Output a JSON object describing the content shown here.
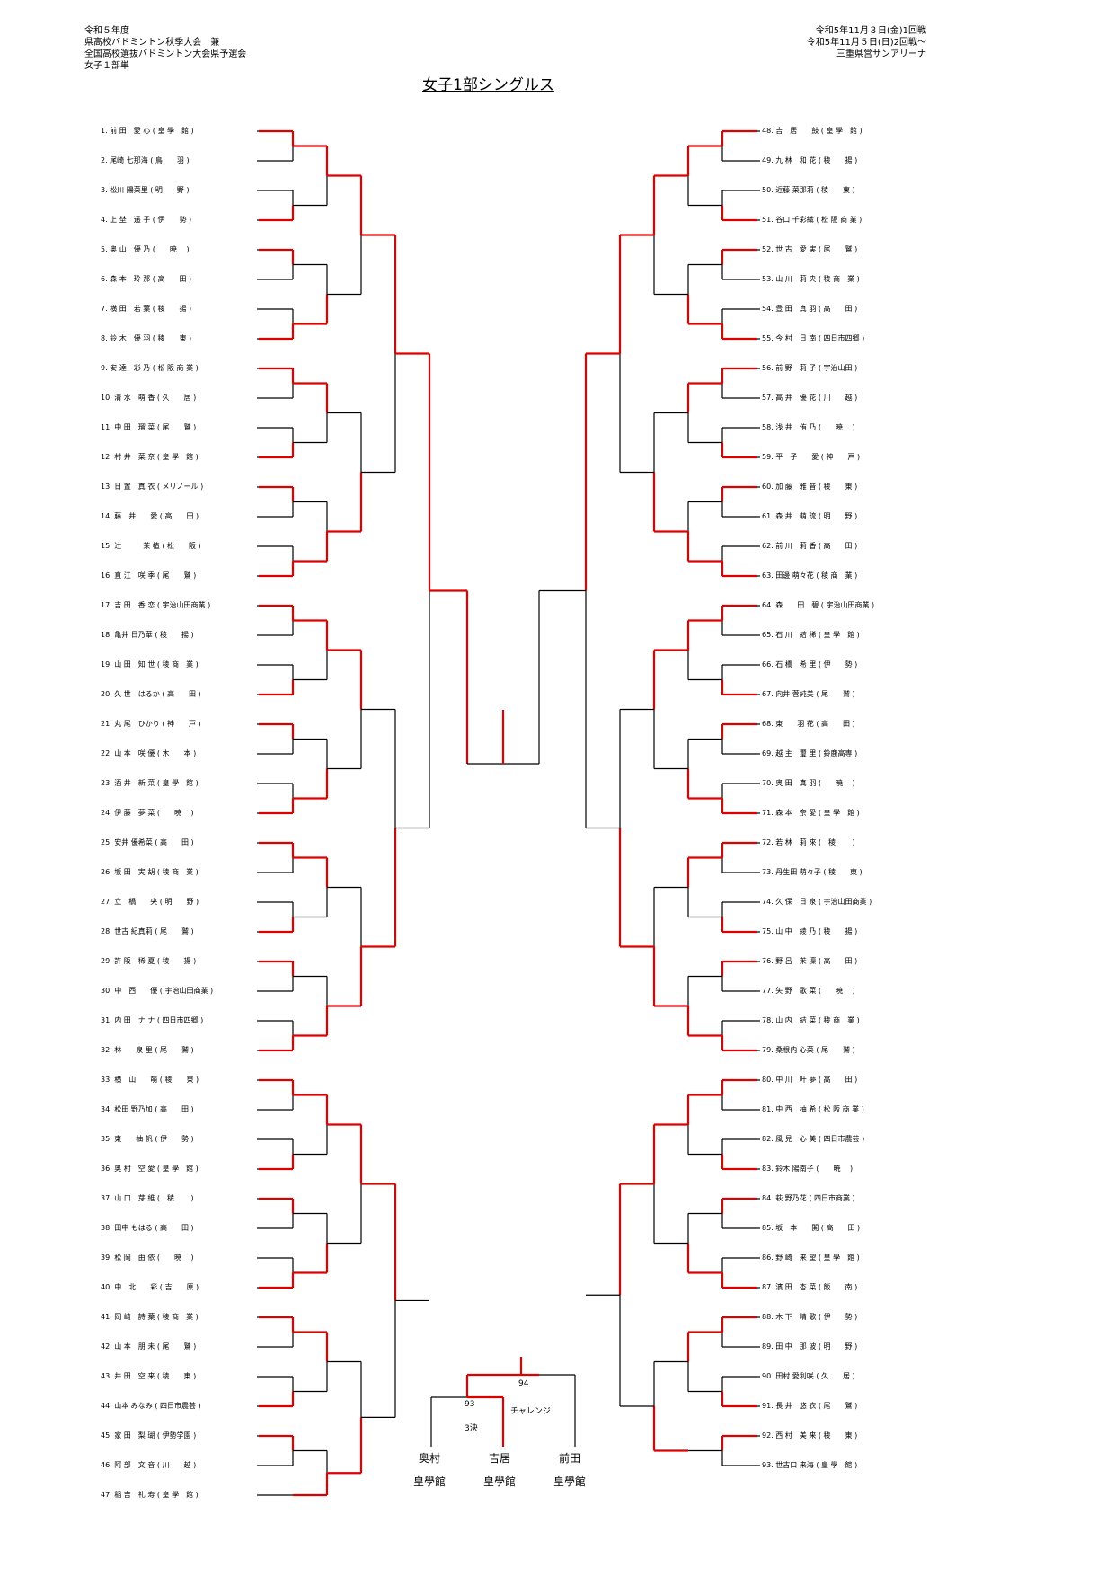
{
  "header": {
    "left_lines": [
      "令和５年度",
      "県高校バドミントン秋季大会　兼",
      "全国高校選抜バドミントン大会県予選会",
      "女子１部単"
    ],
    "right_lines": [
      "令和5年11月３日(金)1回戦",
      "令和5年11月５日(日)2回戦～",
      "三重県営サンアリーナ"
    ],
    "title": "女子1部シングルス"
  },
  "left_players": [
    "1. 前 田　愛 心 ( 皇 學　館 )",
    "2. 尾崎 七那海 ( 鳥　　羽 )",
    "3. 松川 陽菜里 ( 明　　野 )",
    "4. 上 埜　遥 子 ( 伊　　勢 )",
    "5. 奥 山　優 乃 (　　暁　 )",
    "6. 森 本　玲 那 ( 高　　田 )",
    "7. 横 田　若 葉 ( 稜　　揚 )",
    "8. 鈴 木　優 羽 ( 稜　　東 )",
    "9. 安 達　彩 乃 ( 松 阪 商 業 )",
    "10. 清 水　萌 香 ( 久　　居 )",
    "11. 中 田　瑠 菜 ( 尾　　鷲 )",
    "12. 村 井　菜 奈 ( 皇 學　館 )",
    "13. 日 置　真 衣 ( メリノール )",
    "14. 藤　井　　愛 ( 高　　田 )",
    "15. 辻　　　茉 植 ( 松　　阪 )",
    "16. 直 江　咲 季 ( 尾　　鷲 )",
    "17. 吉 田　香 恋 ( 宇治山田商業 )",
    "18. 亀井 日乃華 ( 稜　　揚 )",
    "19. 山 田　知 世 ( 稜 商　業 )",
    "20. 久 世　はるか ( 高　　田 )",
    "21. 丸 尾　ひかり ( 神　　戸 )",
    "22. 山 本　咲 優 ( 木　　本 )",
    "23. 酒 井　新 菜 ( 皇 學　館 )",
    "24. 伊 藤　夢 菜 (　　暁　 )",
    "25. 安井 優希菜 ( 高　　田 )",
    "26. 坂 田　実 胡 ( 稜 商　業 )",
    "27. 立　橋　　央 ( 明　　野 )",
    "28. 世古 紀真莉 ( 尾　　鷲 )",
    "29. 許 阪　稀 夏 ( 稜　　揚 )",
    "30. 中　西　　優 ( 宇治山田商業 )",
    "31. 内 田　ナ ナ ( 四日市四郷 )",
    "32. 林　　泉 里 ( 尾　　鷲 )",
    "33. 横　山　　萌 ( 稜　　東 )",
    "34. 松田 野乃加 ( 高　　田 )",
    "35. 東　　柚 帆 ( 伊　　勢 )",
    "36. 奥 村　空 愛 ( 皇 學　館 )",
    "37. 山 口　芽 維 (　稜　　 )",
    "38. 田中 もはる ( 高　　田 )",
    "39. 松 岡　由 依 (　　暁　 )",
    "40. 中　北　　彩 ( 吉　　原 )",
    "41. 岡 崎　詩 葉 ( 稜 商　業 )",
    "42. 山 本　朋 未 ( 尾　　鷲 )",
    "43. 井 田　空 来 ( 稜　　東 )",
    "44. 山本 みなみ ( 四日市農芸 )",
    "45. 家 田　梨 瑚 ( 伊勢学園 )",
    "46. 阿 部　文 音 ( 川　　越 )",
    "47. 稲 吉　礼 寿 ( 皇 學　館 )"
  ],
  "right_players": [
    "48. 吉　居　　鼓 ( 皇 學　館 )",
    "49. 九 林　和 花 ( 稜　　揚 )",
    "50. 近藤 菜那莉 ( 稜　　東 )",
    "51. 谷口 千彩織 ( 松 阪 商 業 )",
    "52. 世 古　愛 実 ( 尾　　鷲 )",
    "53. 山 川　莉 央 ( 稜 商　業 )",
    "54. 豊 田　真 羽 ( 高　　田 )",
    "55. 今 村　日 南 ( 四日市四郷 )",
    "56. 前 野　莉 子 ( 宇治山田 )",
    "57. 高 井　優 花 ( 川　　越 )",
    "58. 浅 井　侑 乃 (　　暁　 )",
    "59. 平　子　　愛 ( 神　　戸 )",
    "60. 加 藤　雅 音 ( 稜　　東 )",
    "61. 森 井　萌 琉 ( 明　　野 )",
    "62. 前 川　莉 香 ( 高　　田 )",
    "63. 田邊 萌々花 ( 稜 商　業 )",
    "64. 森　　田　碧 ( 宇治山田商業 )",
    "65. 石 川　結 稀 ( 皇 學　館 )",
    "66. 石 橋　希 里 ( 伊　　勢 )",
    "67. 向井 菅純美 ( 尾　　鷲 )",
    "68. 東　　羽 花 ( 高　　田 )",
    "69. 越 主　璽 里 ( 鈴鹿高専 )",
    "70. 奥 田　真 羽 (　　暁　 )",
    "71. 森 本　奈 愛 ( 皇 學　館 )",
    "72. 若 林　莉 來 (　稜　　 )",
    "73. 丹生田 萌々子 ( 稜　　東 )",
    "74. 久 保　日 泉 ( 宇治山田商業 )",
    "75. 山 中　綾 乃 ( 稜　　揚 )",
    "76. 野 呂　茉 凜 ( 高　　田 )",
    "77. 矢 野　歌 菜 (　　暁　 )",
    "78. 山 内　結 菜 ( 稜 商　業 )",
    "79. 桑根内 心菜 ( 尾　　鷲 )",
    "80. 中 川　叶 夢 ( 高　　田 )",
    "81. 中 西　柚 希 ( 松 阪 商 業 )",
    "82. 風 見　心 美 ( 四日市農芸 )",
    "83. 鈴木 陽南子 (　　暁　 )",
    "84. 萩 野乃花 ( 四日市商業 )",
    "85. 坂　本　　開 ( 高　　田 )",
    "86. 野 崎　来 望 ( 皇 學　館 )",
    "87. 濱 田　杏 菜 ( 飯　　南 )",
    "88. 木 下　晴 歌 ( 伊　　勢 )",
    "89. 田 中　那 波 ( 明　　野 )",
    "90. 田村 愛利咲 ( 久　　居 )",
    "91. 長 井　悠 衣 ( 尾　　鷲 )",
    "92. 西 村　美 来 ( 稜　　東 )",
    "93. 世古口 来海 ( 皇 學　館 )"
  ],
  "finals": {
    "players": [
      "奥村",
      "吉居",
      "前田"
    ],
    "schools": [
      "皇學館",
      "皇學館",
      "皇學館"
    ],
    "labels": {
      "m93": "93",
      "m94": "94",
      "third": "3決",
      "challenge": "チャレンジ"
    }
  },
  "colors": {
    "win": "#e00000",
    "line": "#000000",
    "score": "#b00000"
  }
}
